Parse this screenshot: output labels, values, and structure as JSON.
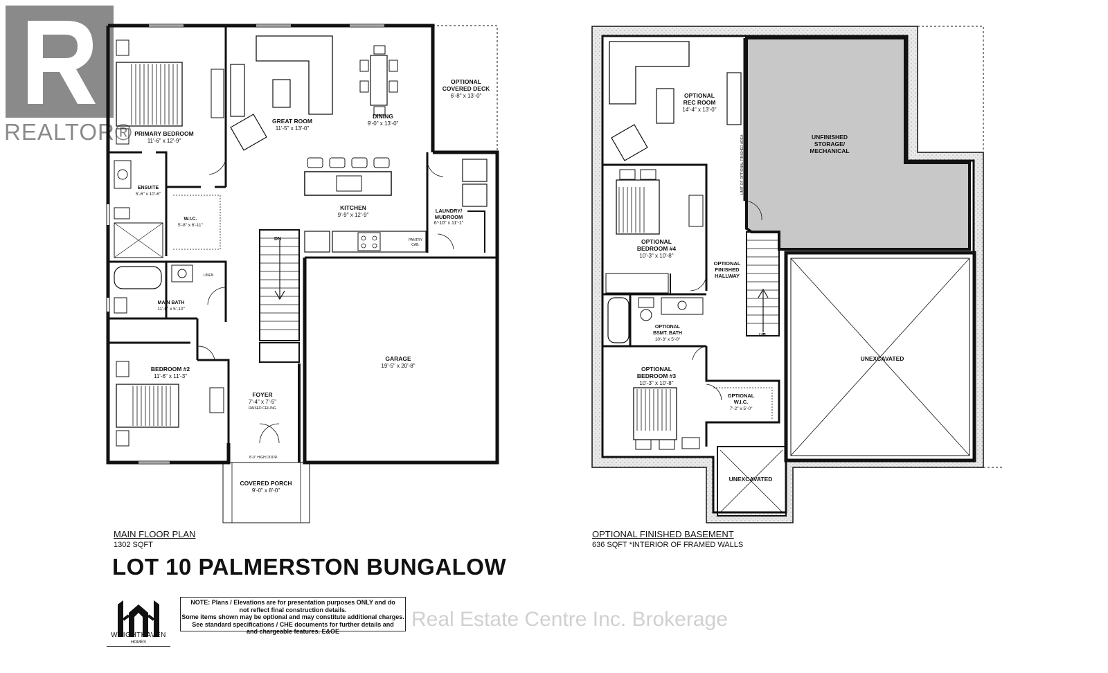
{
  "main_floor": {
    "title": "MAIN FLOOR PLAN",
    "area": "1302 SQFT",
    "rooms": [
      {
        "name": "PRIMARY BEDROOM",
        "dim": "11'-6\" x 12'-9\""
      },
      {
        "name": "GREAT ROOM",
        "dim": "11'-5\" x 13'-0\""
      },
      {
        "name": "DINING",
        "dim": "9'-0\" x 13'-0\""
      },
      {
        "name": "OPTIONAL",
        "name2": "COVERED DECK",
        "dim": "6'-8\" x 13'-0\""
      },
      {
        "name": "ENSUITE",
        "dim": "5'-6\" x 10'-6\""
      },
      {
        "name": "W.I.C.",
        "dim": "5'-8\" x 6'-11\""
      },
      {
        "name": "KITCHEN",
        "dim": "9'-9\" x 12'-9\""
      },
      {
        "name": "LAUNDRY/",
        "name2": "MUDROOM",
        "dim": "6'-10\" x 11'-1\""
      },
      {
        "name": "MAIN BATH",
        "dim": "11'-6\" x 5'-10\""
      },
      {
        "name": "BEDROOM #2",
        "dim": "11'-6\" x 11'-3\""
      },
      {
        "name": "FOYER",
        "dim": "7'-4\" x 7'-5\""
      },
      {
        "name": "GARAGE",
        "dim": "19'-5\" x 20'-8\""
      },
      {
        "name": "COVERED PORCH",
        "dim": "9'-0\" x 8'-0\""
      }
    ],
    "labels": {
      "dn": "DN",
      "linen": "LINEN",
      "pantry": "PANTRY",
      "pantry2": "CAB.",
      "raised": "RAISED CEILING",
      "high_door": "8'-0\" HIGH DOOR"
    }
  },
  "basement": {
    "title": "OPTIONAL FINISHED BASEMENT",
    "area": "636 SQFT *INTERIOR OF FRAMED WALLS",
    "rooms": [
      {
        "name": "OPTIONAL",
        "name2": "REC ROOM",
        "dim": "14'-4\" x 13'-0\""
      },
      {
        "name": "UNFINISHED",
        "name2": "STORAGE/",
        "name3": "MECHANICAL"
      },
      {
        "name": "OPTIONAL",
        "name2": "BEDROOM #4",
        "dim": "10'-3\" x 10'-8\""
      },
      {
        "name": "OPTIONAL",
        "name2": "FINISHED",
        "name3": "HALLWAY"
      },
      {
        "name": "OPTIONAL",
        "name2": "BSMT. BATH",
        "dim": "10'-3\" x 5'-0\""
      },
      {
        "name": "OPTIONAL",
        "name2": "BEDROOM #3",
        "dim": "10'-3\" x 10'-8\""
      },
      {
        "name": "OPTIONAL",
        "name2": "W.I.C.",
        "dim": "7'-2\" x 5'-0\""
      },
      {
        "name": "UNEXCAVATED"
      },
      {
        "name": "UNEXCAVATED"
      }
    ],
    "labels": {
      "up": "UP",
      "limit": "LIMIT OF OPTIONAL FINISHED AREA"
    }
  },
  "project_title": "LOT 10 PALMERSTON BUNGALOW",
  "note_lines": [
    "NOTE: Plans / Elevations are for presentation purposes ONLY and do",
    "not reflect final construction details.",
    "Some items shown may be optional and may constitute additional charges.",
    "See standard specifications / CHE documents for further details and",
    "and chargeable features.  E&OE"
  ],
  "builder": {
    "name": "WRIGHTHAVEN",
    "sub": "HOMES"
  },
  "realtor": {
    "text": "REALTOR®"
  },
  "watermark": "Real Estate Centre Inc. Brokerage",
  "colors": {
    "wall": "#111111",
    "storage_fill": "#c8c8c8",
    "foundation_fill": "#e4e4e4"
  }
}
